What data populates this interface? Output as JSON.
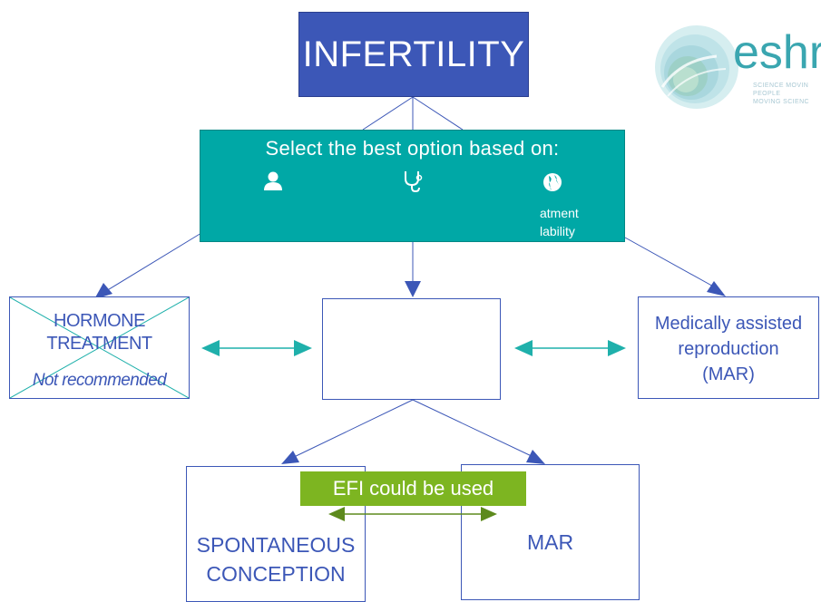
{
  "logo": {
    "brand": "eshre",
    "tagline_lines": [
      "SCIENCE MOVIN",
      "PEOPLE",
      "MOVING SCIENC"
    ]
  },
  "top_box": {
    "label": "INFERTILITY"
  },
  "selection": {
    "title": "Select the best option based on:",
    "icons": [
      "person-icon",
      "stethoscope-icon",
      "globe-icon"
    ],
    "treatment_line1": "atment",
    "treatment_line2": "lability"
  },
  "options": {
    "hormone": {
      "line1": "HORMONE",
      "line2": "TREATMENT",
      "note": "Not recommended"
    },
    "center": {
      "label": ""
    },
    "mar": {
      "line1": "Medically assisted",
      "line2": "reproduction",
      "line3": "(MAR)"
    }
  },
  "outcomes": {
    "efi_label": "EFI could be used",
    "spontaneous_line1": "SPONTANEOUS",
    "spontaneous_line2": "CONCEPTION",
    "mar_label": "MAR"
  },
  "colors": {
    "primary_blue": "#3c57b7",
    "teal": "#00a8a6",
    "green": "#7db521",
    "arrow_teal": "#1fb0ab",
    "arrow_green": "#5d8a1d"
  }
}
